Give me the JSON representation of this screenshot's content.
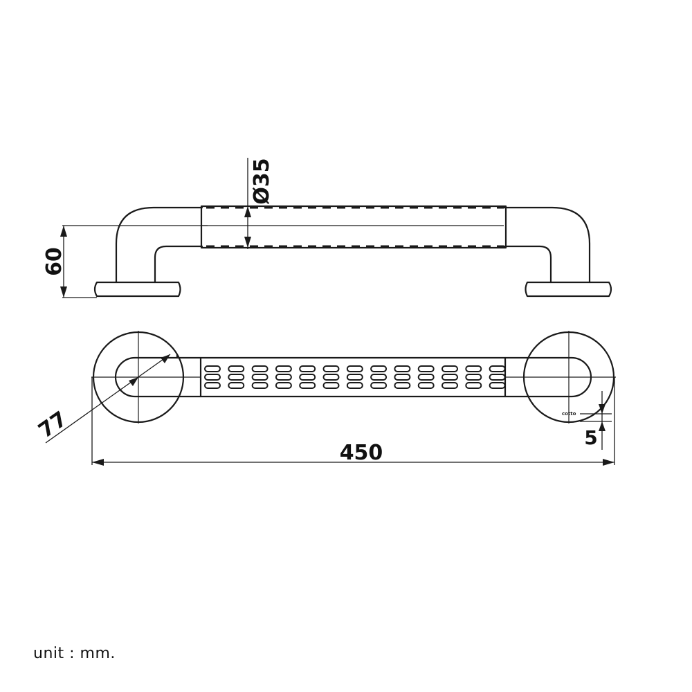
{
  "dimensions": {
    "height": "60",
    "diameter": "Ø35",
    "flange": "77",
    "length": "450",
    "offset": "5"
  },
  "logo_text": "cotto",
  "unit_note": "unit : mm."
}
